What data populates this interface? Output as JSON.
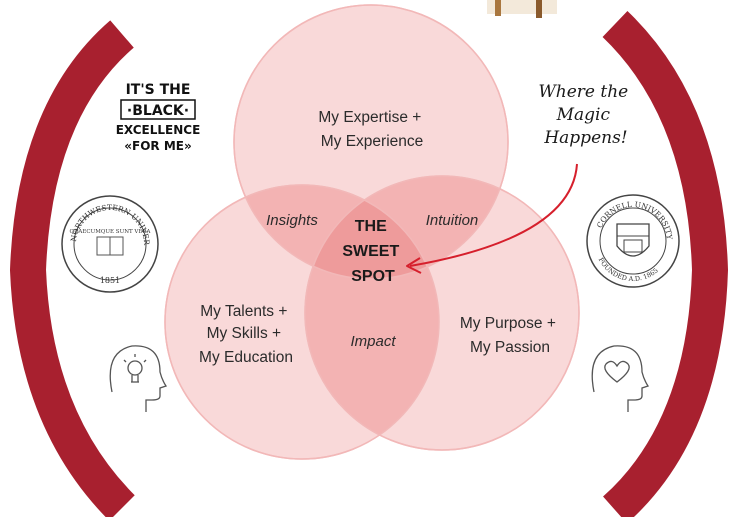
{
  "diagram": {
    "circles": {
      "top": "My Expertise + My Experience",
      "left": "My Talents + My Skills + My Education",
      "right": "My Purpose + My Passion"
    },
    "top_lines": [
      "My Expertise +",
      "My Experience"
    ],
    "left_lines": [
      "My Talents +",
      "My Skills +",
      "My Education"
    ],
    "right_lines": [
      "My Purpose +",
      "My Passion"
    ],
    "overlaps": {
      "top_left": "Insights",
      "top_right": "Intuition",
      "bottom": "Impact"
    },
    "center_lines": [
      "THE",
      "SWEET",
      "SPOT"
    ],
    "callout_lines": [
      "Where the",
      "Magic",
      "Happens!"
    ]
  },
  "badge": {
    "lines": [
      "IT'S THE",
      "·BLACK·",
      "EXCELLENCE",
      "«FOR ME»"
    ]
  },
  "seals": {
    "northwestern": {
      "ring": "NORTHWESTERN UNIVERSITY",
      "motto": "QUAECUMQUE SUNT VERA",
      "year": "1851"
    },
    "cornell": {
      "ring": "CORNELL UNIVERSITY",
      "bottom": "FOUNDED A.D. 1865"
    }
  },
  "colors": {
    "arc": "#a8202f",
    "circle_fill": "#f9d9d9",
    "circle_stroke": "#f4bcbc",
    "overlap2": "#f3b3b3",
    "overlap3": "#ee9b9b",
    "callout_arrow": "#d61f2c"
  },
  "icons": [
    "lightbulb-head-icon",
    "heart-head-icon"
  ]
}
